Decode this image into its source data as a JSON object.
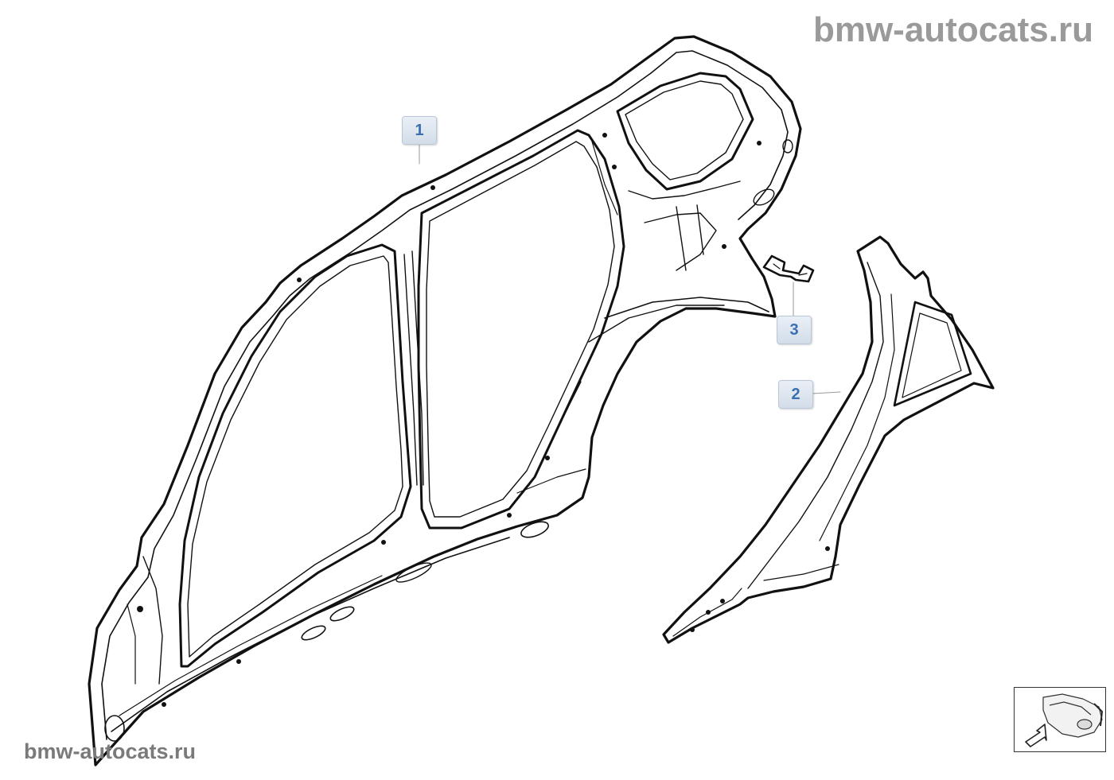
{
  "watermark": {
    "top": "bmw-autocats.ru",
    "bottom": "bmw-autocats.ru"
  },
  "callouts": [
    {
      "id": "1",
      "label": "1"
    },
    {
      "id": "2",
      "label": "2"
    },
    {
      "id": "3",
      "label": "3"
    }
  ],
  "icons": {
    "nav_thumbnail": "car-location-thumbnail-icon",
    "nav_arrow": "arrow-down-left-icon"
  }
}
